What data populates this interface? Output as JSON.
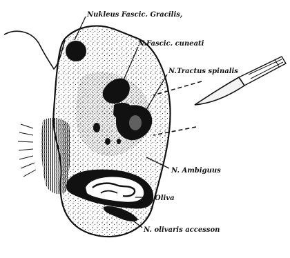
{
  "labels": {
    "gracilis": "Nukleus Fascic. Gracilis,",
    "cuneati": "N.Fascic. cuneati",
    "spinalis": "N.Tractus spinalis",
    "ambiguus": "N. Ambiguus",
    "oliva": "Oliva",
    "accesson": "N. olivaris accesson"
  },
  "colors": {
    "ink": "#111111",
    "stipple": "#333333",
    "background": "#ffffff",
    "scalpel_blade": "#f4f4f4"
  },
  "icons": {
    "scalpel": "scalpel-icon"
  }
}
